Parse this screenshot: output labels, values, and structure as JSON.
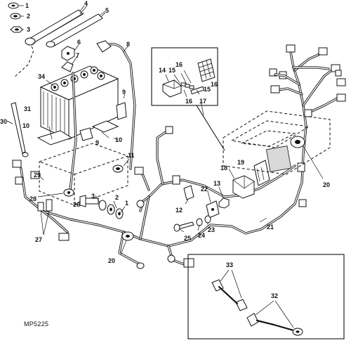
{
  "figure_code": "MP5225",
  "callouts": {
    "c1a": "1",
    "c2a": "2",
    "c3a": "3",
    "c4": "4",
    "c5": "5",
    "c6": "6",
    "c7": "7",
    "c8": "8",
    "c9a": "9",
    "c9b": "9",
    "c10a": "10",
    "c10b": "10",
    "c11": "11",
    "c12": "12",
    "c13": "13",
    "c14": "14",
    "c15a": "15",
    "c15b": "15",
    "c16a": "16",
    "c16b": "16",
    "c16c": "16",
    "c17": "17",
    "c18": "18",
    "c19": "19",
    "c20a": "20",
    "c20b": "20",
    "c21": "21",
    "c22": "22",
    "c23": "23",
    "c24": "24",
    "c25": "25",
    "c26": "26",
    "c27": "27",
    "c28": "28",
    "c29": "29",
    "c30": "30",
    "c31": "31",
    "c32": "32",
    "c33": "33",
    "c34": "34",
    "c1b": "1",
    "c2b": "2",
    "c3b": "3"
  }
}
